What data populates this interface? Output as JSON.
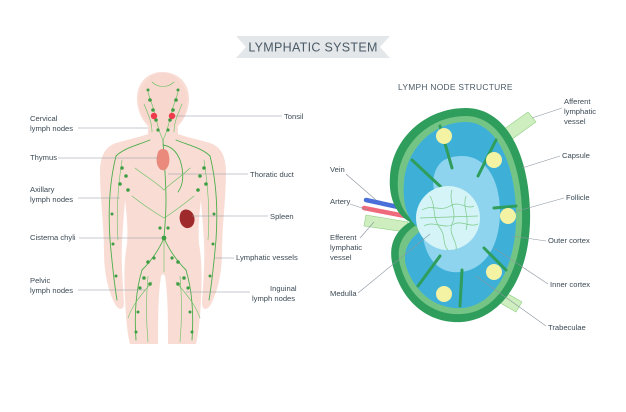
{
  "title": "LYMPHATIC SYSTEM",
  "node_structure_title": "LYMPH NODE STRUCTURE",
  "body_labels": {
    "cervical_1": "Cervical",
    "cervical_2": "lymph nodes",
    "thymus": "Thymus",
    "axillary_1": "Axillary",
    "axillary_2": "lymph nodes",
    "cisterna": "Cisterna chyli",
    "pelvic_1": "Pelvic",
    "pelvic_2": "lymph nodes",
    "tonsil": "Tonsil",
    "thoracic_duct": "Thoratic duct",
    "spleen": "Spleen",
    "lymphatic_vessels": "Lymphatic vessels",
    "inguinal_1": "Inguinal",
    "inguinal_2": "lymph nodes"
  },
  "node_labels": {
    "vein": "Vein",
    "artery": "Artery",
    "efferent_1": "Efferent",
    "efferent_2": "lymphatic",
    "efferent_3": "vessel",
    "medulla": "Medulla",
    "afferent_1": "Afferent",
    "afferent_2": "lymphatic",
    "afferent_3": "vessel",
    "capsule": "Capsule",
    "follicle": "Follicle",
    "outer_cortex": "Outer cortex",
    "inner_cortex": "Inner cortex",
    "trabeculae": "Trabeculae"
  },
  "colors": {
    "banner": "#e4e7ea",
    "skin": "#f9ddd5",
    "lymph": "#4cae4c",
    "thymus": "#e98a7c",
    "tonsil": "#ee3a4a",
    "spleen": "#9e2a2b",
    "capsule": "#2f9e5c",
    "capsule_light": "#7cc98a",
    "outer_cortex": "#3eb0d8",
    "inner_cortex": "#8fd4ef",
    "follicle": "#f4f3a4",
    "medulla": "#d4f4f7",
    "vein": "#4a6fd8",
    "artery": "#ee6a7c",
    "vessel": "#cfeec0"
  }
}
